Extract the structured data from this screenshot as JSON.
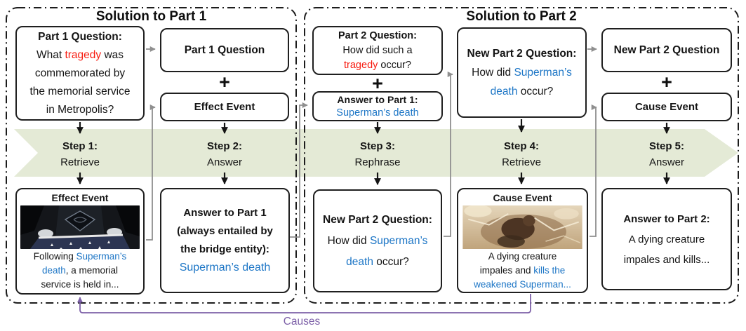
{
  "colors": {
    "red": "#f71c11",
    "blue": "#1d76c6",
    "purple": "#7d60a8",
    "band": "#e4ead6"
  },
  "section1": {
    "title": "Solution to Part 1"
  },
  "section2": {
    "title": "Solution to Part 2"
  },
  "plus": "+",
  "steps": [
    {
      "label": "Step 1:",
      "action": "Retrieve"
    },
    {
      "label": "Step 2:",
      "action": "Answer"
    },
    {
      "label": "Step 3:",
      "action": "Rephrase"
    },
    {
      "label": "Step 4:",
      "action": "Retrieve"
    },
    {
      "label": "Step 5:",
      "action": "Answer"
    }
  ],
  "boxes": {
    "part1_question": {
      "title": "Part 1 Question:",
      "body": [
        {
          "t": "What "
        },
        {
          "t": "tragedy",
          "c": "red"
        },
        {
          "t": " was\ncommemorated by\nthe memorial service\nin Metropolis?"
        }
      ]
    },
    "part1_question_chip": {
      "label": "Part 1 Question"
    },
    "effect_event_chip": {
      "label": "Effect Event"
    },
    "effect_event": {
      "title": "Effect Event",
      "body": [
        {
          "t": "Following "
        },
        {
          "t": "Superman’s\ndeath",
          "c": "blue"
        },
        {
          "t": ", a memorial\nservice is held in..."
        }
      ]
    },
    "answer_part1": {
      "line1": "Answer to Part 1",
      "line2": "(always entailed by",
      "line3": "the bridge entity):",
      "answer": "Superman’s death"
    },
    "part2_question": {
      "title": "Part 2 Question:",
      "body": [
        {
          "t": "How did such a\n"
        },
        {
          "t": "tragedy",
          "c": "red"
        },
        {
          "t": " occur?"
        }
      ]
    },
    "answer_part1_chip": {
      "title": "Answer to Part 1:",
      "answer": "Superman’s death"
    },
    "new_part2_question": {
      "title": "New Part 2 Question:",
      "body": [
        {
          "t": "How did "
        },
        {
          "t": "Superman’s\ndeath",
          "c": "blue"
        },
        {
          "t": " occur?"
        }
      ]
    },
    "new_part2_question_top": {
      "title": "New Part 2 Question:",
      "body": [
        {
          "t": "How did "
        },
        {
          "t": "Superman’s\ndeath",
          "c": "blue"
        },
        {
          "t": " occur?"
        }
      ]
    },
    "new_part2_question_chip": {
      "label": "New Part 2 Question"
    },
    "cause_event_chip": {
      "label": "Cause Event"
    },
    "cause_event": {
      "title": "Cause Event",
      "body": [
        {
          "t": "A dying creature\nimpales and "
        },
        {
          "t": "kills the\nweakened Superman...",
          "c": "blue"
        }
      ]
    },
    "answer_part2": {
      "title": "Answer to Part 2:",
      "body": "A dying creature\nimpales and kills..."
    }
  },
  "causes_label": "Causes"
}
